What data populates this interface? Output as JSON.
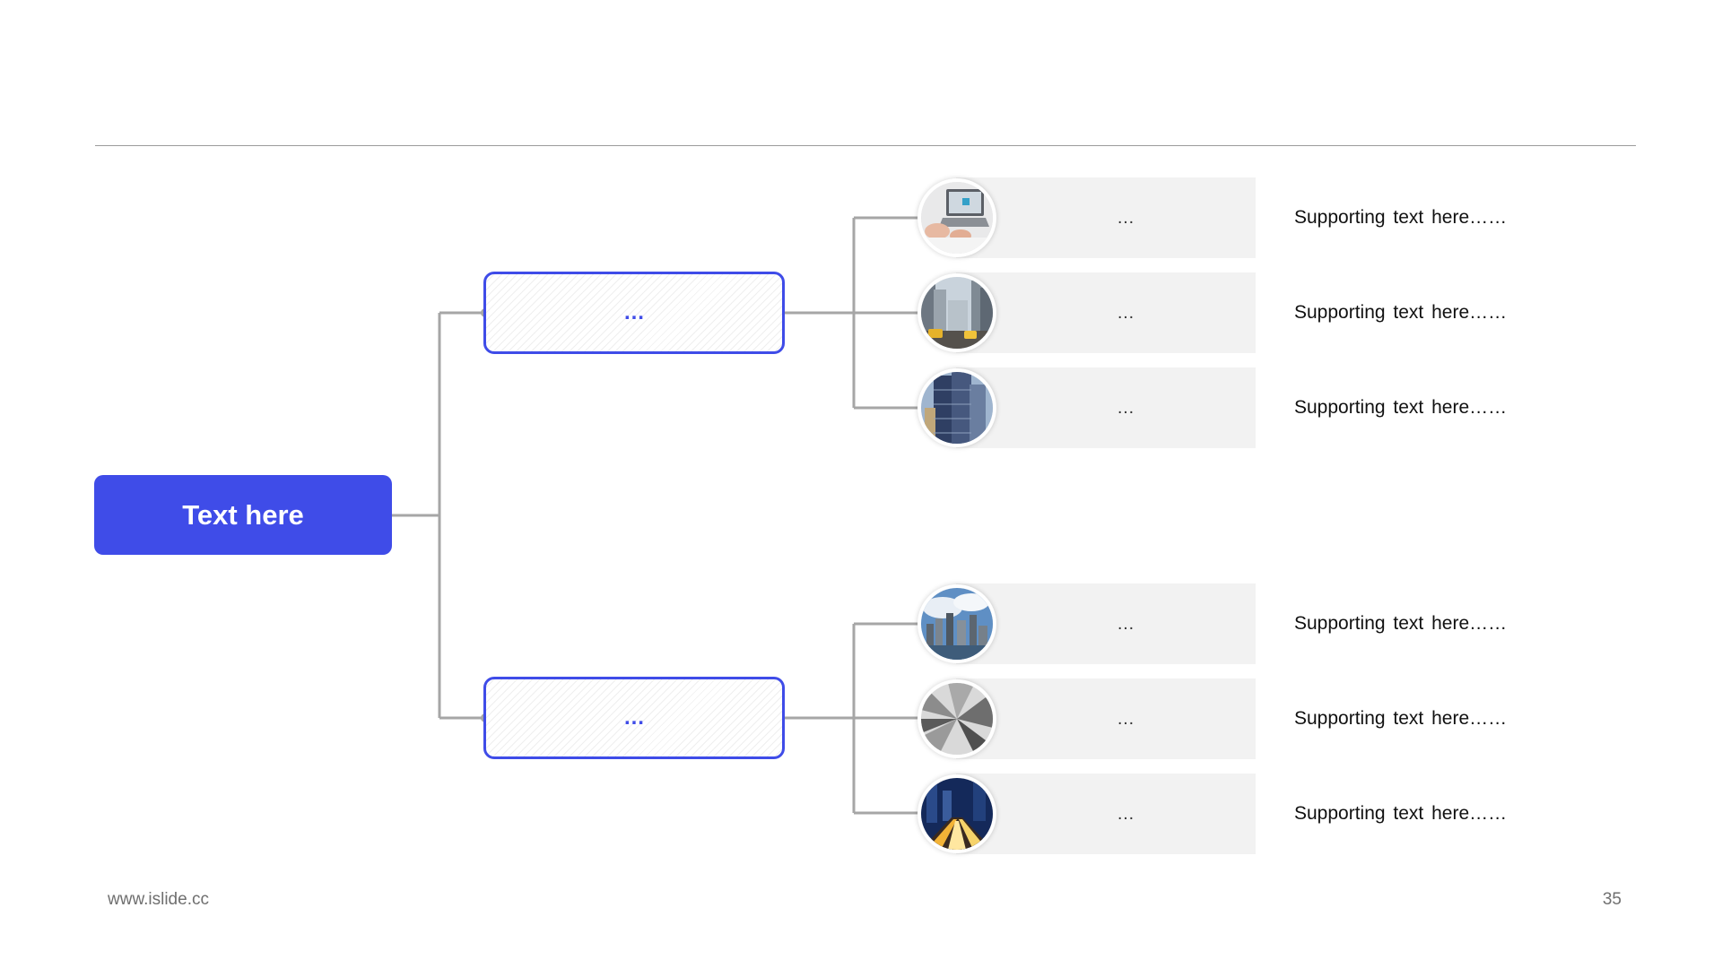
{
  "root": {
    "label": "Text here"
  },
  "branches": [
    {
      "label": "…",
      "items": [
        {
          "label": "…",
          "support": "Supporting  text here……",
          "image": "laptop-photo-icon"
        },
        {
          "label": "…",
          "support": "Supporting  text here……",
          "image": "city-street-photo-icon"
        },
        {
          "label": "…",
          "support": "Supporting  text here……",
          "image": "skyscraper-photo-icon"
        }
      ]
    },
    {
      "label": "…",
      "items": [
        {
          "label": "…",
          "support": "Supporting  text here……",
          "image": "skyline-photo-icon"
        },
        {
          "label": "…",
          "support": "Supporting  text here……",
          "image": "grayscale-buildings-photo-icon"
        },
        {
          "label": "…",
          "support": "Supporting  text here……",
          "image": "night-traffic-photo-icon"
        }
      ]
    }
  ],
  "footer": {
    "website": "www.islide.cc",
    "page_number": "35"
  },
  "colors": {
    "accent": "#3f4ce8",
    "connector": "#a6a6a6",
    "leaf_background": "#f2f2f2",
    "rule": "#9b9b9b"
  }
}
